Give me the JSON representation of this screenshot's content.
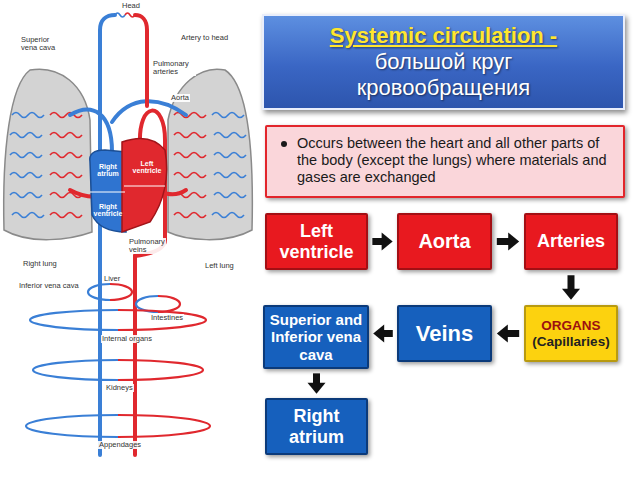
{
  "diagram": {
    "title": "Systemic circulation - большой круг кровообращения",
    "nodes": [
      {
        "text": [
          "Occurs between the heart and all other parts of the body (except the lungs) where materials and gases are exchanged"
        ]
      },
      {
        "text": [
          "Left ventricle"
        ]
      },
      {
        "text": [
          "Aorta"
        ]
      },
      {
        "text": [
          "Arteries"
        ]
      },
      {
        "text": [
          "ORGANS (Capillaries)"
        ]
      },
      {
        "text": [
          "Veins"
        ]
      },
      {
        "text": [
          "Superior and Inferior vena cava"
        ]
      },
      {
        "text": [
          "Right atrium"
        ]
      }
    ],
    "edges": [
      {
        "from": 1,
        "to": 2,
        "arrow": "to"
      },
      {
        "from": 2,
        "to": 3,
        "arrow": "to"
      },
      {
        "from": 3,
        "to": 4,
        "arrow": "to"
      },
      {
        "from": 4,
        "to": 5,
        "arrow": "to"
      },
      {
        "from": 5,
        "to": 6,
        "arrow": "to"
      },
      {
        "from": 6,
        "to": 7,
        "arrow": "to"
      }
    ],
    "labels": [
      "Head",
      "Superior vena cava",
      "Artery to head",
      "Pulmonary arteries",
      "Aorta",
      "Right atrium",
      "Left ventricle",
      "Right ventricle",
      "Pulmonary veins",
      "Right lung",
      "Left lung",
      "Inferior vena cava",
      "Liver",
      "Intestines",
      "Internal organs",
      "Kidneys",
      "Appendages"
    ]
  }
}
